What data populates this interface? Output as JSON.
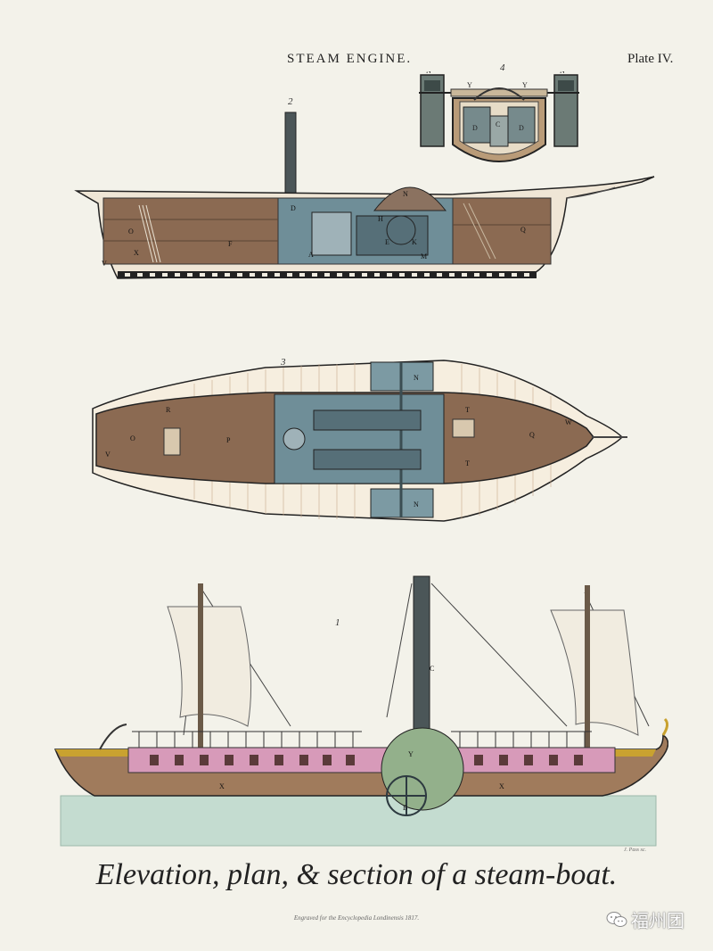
{
  "plate": {
    "title": "STEAM ENGINE.",
    "plate_label": "Plate IV.",
    "figure_numbers": {
      "fig1": "1",
      "fig2": "2",
      "fig3": "3",
      "fig4": "4"
    },
    "caption": "Elevation, plan, & section of a steam-boat.",
    "engraved_line": "Engraved for the Encyclopedia Londinensis 1817.",
    "engraver_signature": "J. Pass sc."
  },
  "labels": {
    "fig4": [
      "N",
      "Y",
      "Y",
      "N",
      "C",
      "D",
      "D"
    ],
    "fig2": [
      "O",
      "X",
      "F",
      "D",
      "A",
      "N",
      "H",
      "E",
      "K",
      "M",
      "Q",
      "V"
    ],
    "fig3": [
      "N",
      "R",
      "P",
      "O",
      "V",
      "T",
      "Q",
      "W",
      "T",
      "N"
    ],
    "fig1": [
      "C",
      "Y",
      "X",
      "B",
      "X"
    ]
  },
  "watermark": {
    "icon": "wechat-icon",
    "text": "福州团"
  },
  "colors": {
    "paper": "#f3f2ea",
    "hull_brown": "#8b6a52",
    "engine_blue": "#6f8e98",
    "cabin_pink": "#d79ab9",
    "paddle_box_green": "#93b08b",
    "water": "#c4dcd0",
    "sail": "#f1ece0",
    "gunwale_yellow": "#c9a230"
  }
}
